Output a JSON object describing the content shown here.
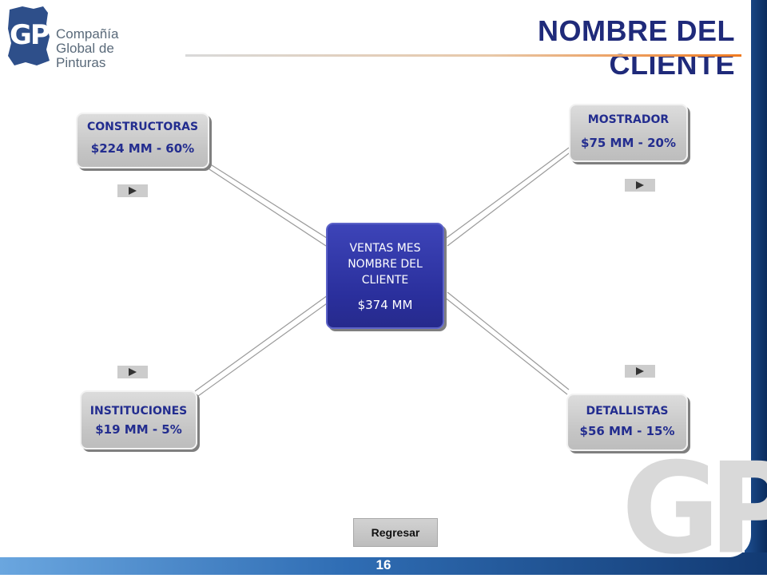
{
  "header": {
    "logo_initials": "GP",
    "logo_line1": "Compañía",
    "logo_line2": "Global de Pinturas",
    "title": "NOMBRE DEL CLIENTE"
  },
  "center": {
    "line1": "VENTAS MES",
    "line2": "NOMBRE DEL",
    "line3": "CLIENTE",
    "value": "$374 MM"
  },
  "nodes": {
    "constructoras": {
      "label": "CONSTRUCTORAS",
      "value": "$224 MM - 60%"
    },
    "mostrador": {
      "label": "MOSTRADOR",
      "value": "$75 MM - 20%"
    },
    "instituciones": {
      "label": "INSTITUCIONES",
      "value": "$19 MM - 5%"
    },
    "detallistas": {
      "label": "DETALLISTAS",
      "value": "$56 MM - 15%"
    }
  },
  "watermark": "GP",
  "footer": {
    "back_label": "Regresar",
    "page_number": "16"
  },
  "colors": {
    "title": "#1f2a7a",
    "node_text": "#232d8f",
    "center_fill": "#2a2f9c",
    "accent_orange": "#f07a20",
    "band_blue": "#123a73"
  }
}
